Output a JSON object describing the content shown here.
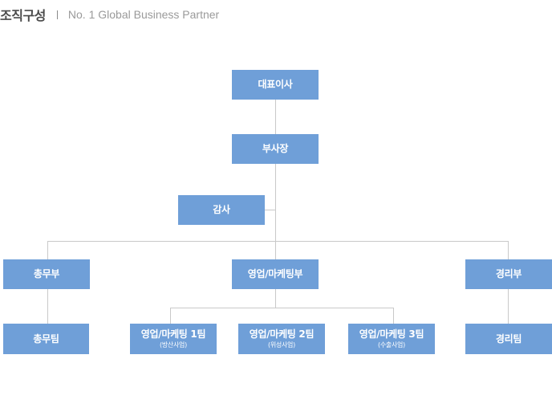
{
  "header": {
    "title": "조직구성",
    "subtitle": "No. 1 Global Business Partner"
  },
  "org": {
    "ceo": "대표이사",
    "vice_president": "부사장",
    "auditor": "감사",
    "general_affairs_dept": "총무부",
    "sales_marketing_dept": "영업/마케팅부",
    "accounting_dept": "경리부",
    "general_affairs_team": "총무팀",
    "sales_team_1": {
      "label": "영업/마케팅 1팀",
      "sub": "(방산사업)"
    },
    "sales_team_2": {
      "label": "영업/마케팅 2팀",
      "sub": "(위성사업)"
    },
    "sales_team_3": {
      "label": "영업/마케팅 3팀",
      "sub": "(수출사업)"
    },
    "accounting_team": "경리팀"
  },
  "colors": {
    "box_fill": "#6f9fd8",
    "box_text": "#ffffff",
    "connector": "#c9c9c9",
    "title_text": "#4a4a4a",
    "subtitle_text": "#9a9a9a"
  }
}
